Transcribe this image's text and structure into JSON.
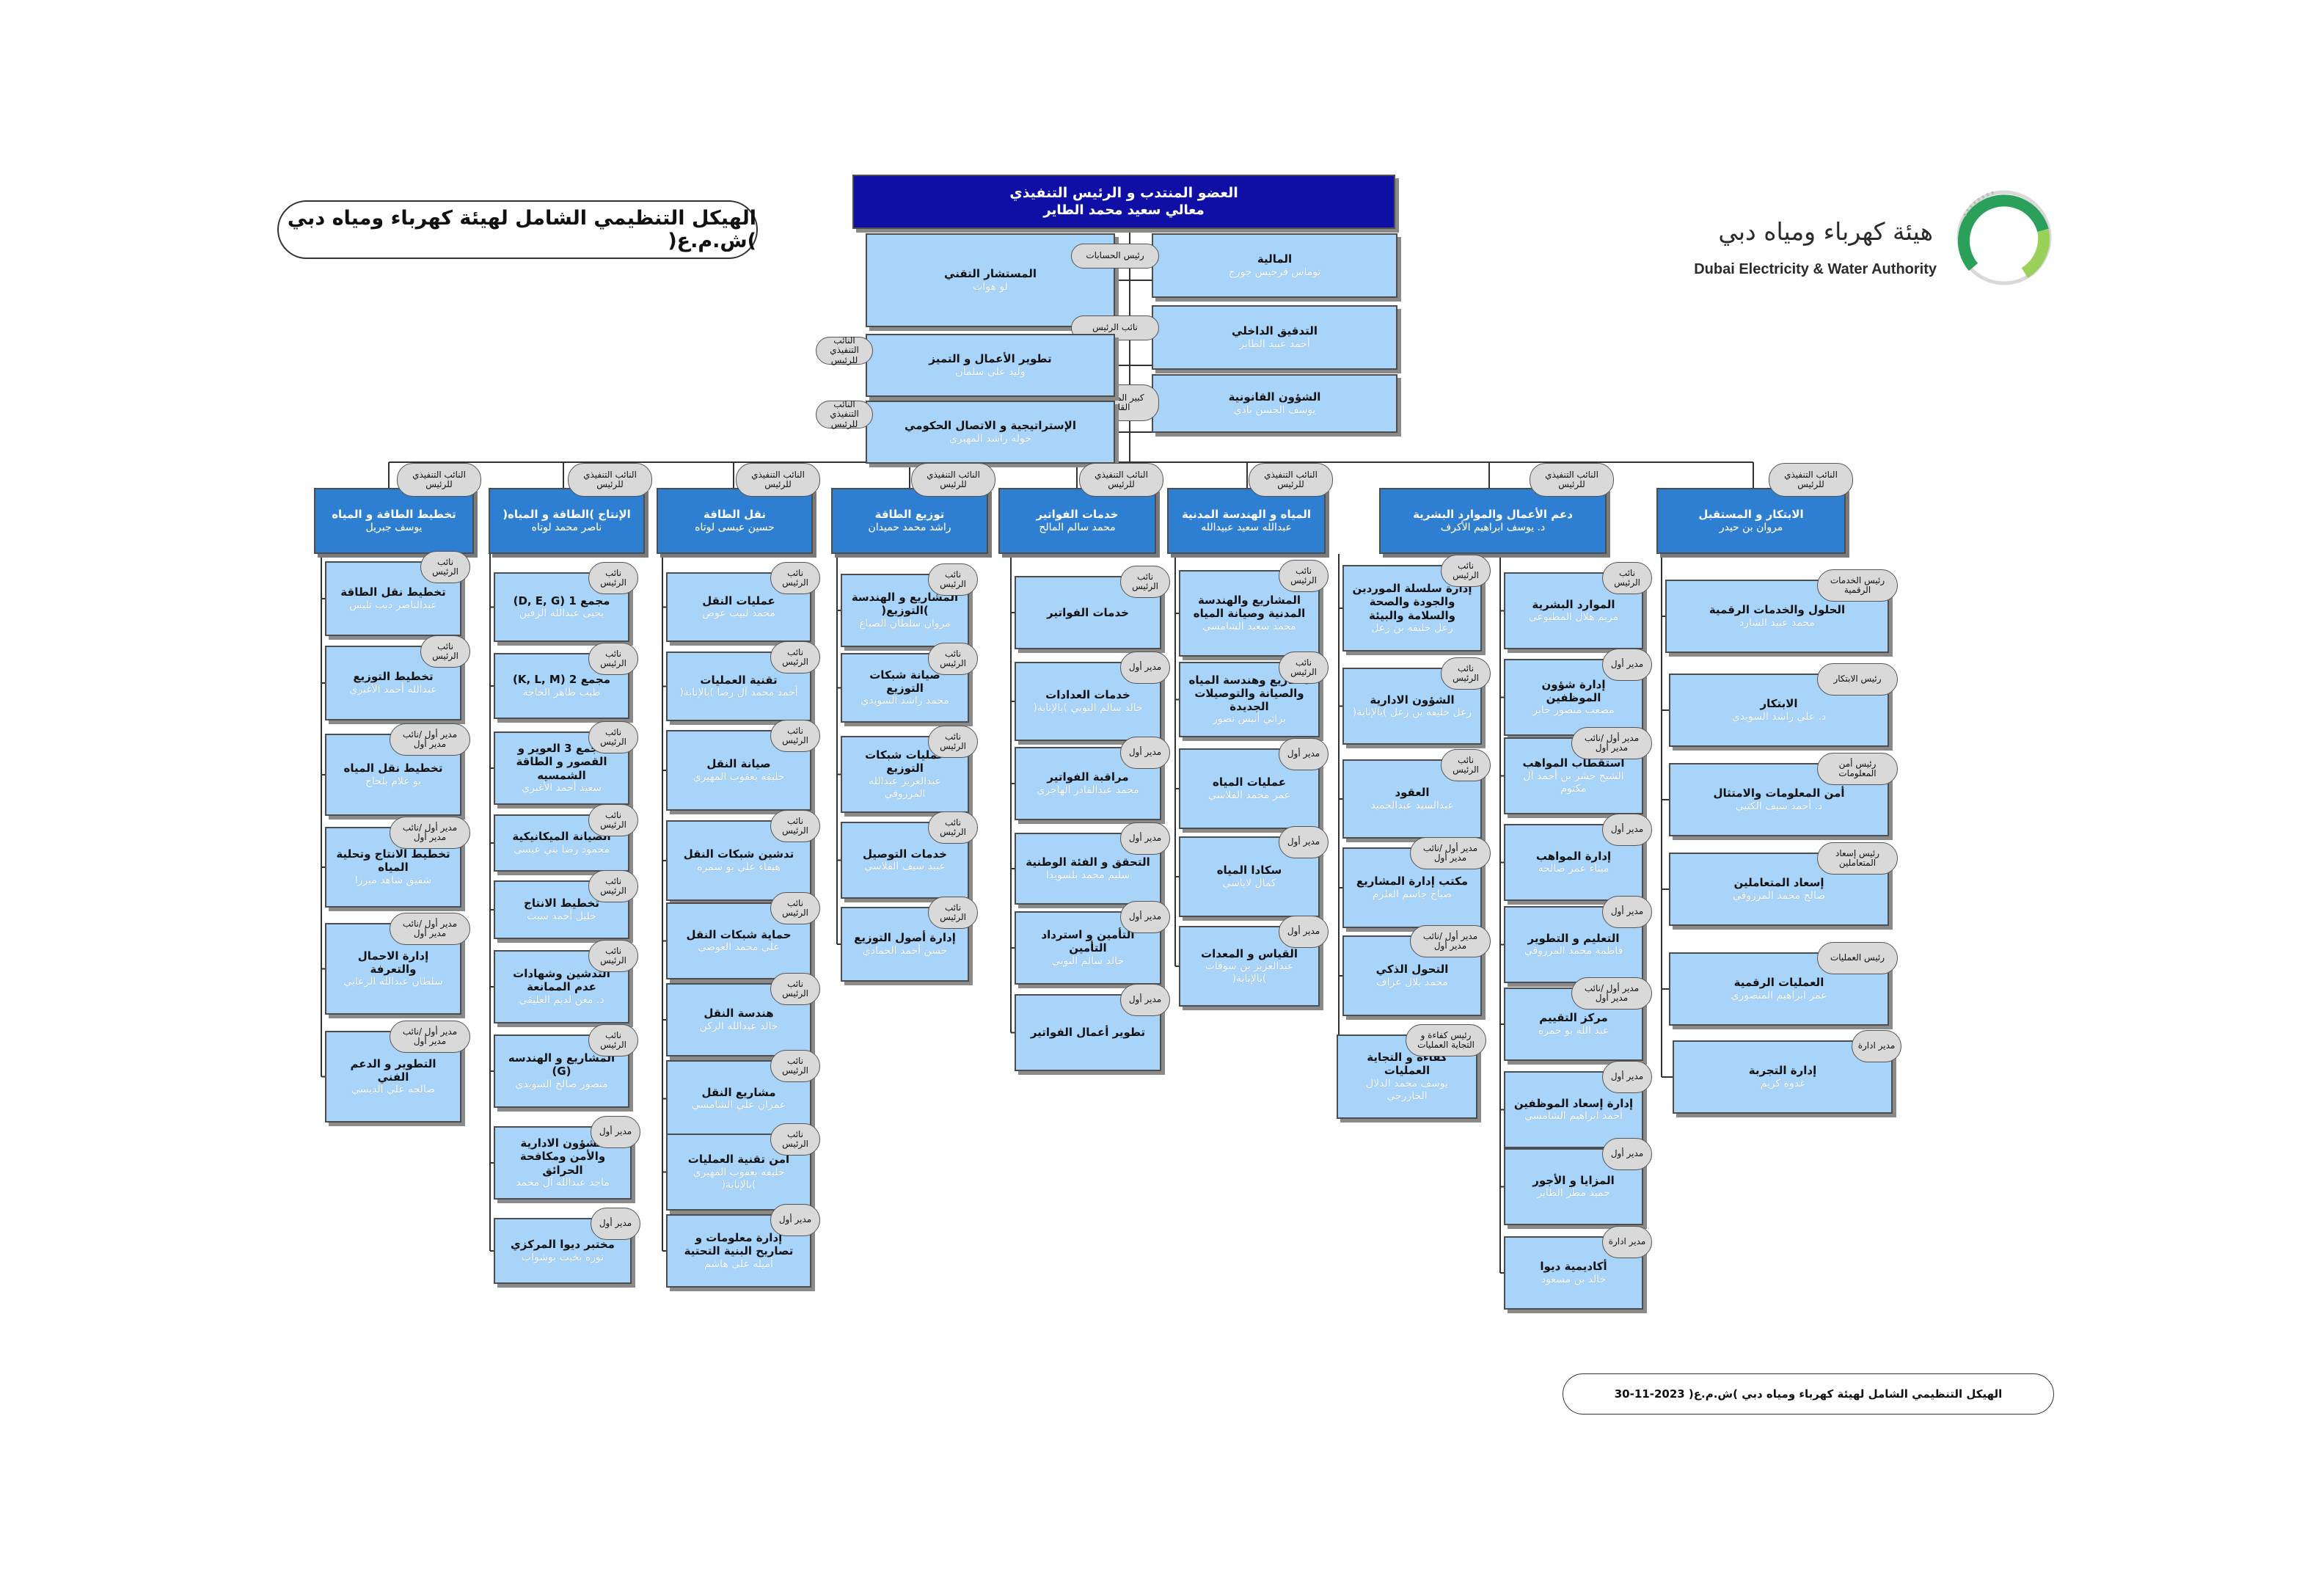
{
  "header": {
    "title": "الهيكل التنظيمي الشامل لهيئة كهرباء ومياه دبي )ش.م.ع(",
    "footer": "الهيكل التنظيمي الشامل لهيئة كهرباء ومياه دبي )ش.م.ع( 2023-11-30",
    "logo_ar": "هيئة كهرباء ومياه دبي",
    "logo_en": "Dubai Electricity & Water Authority",
    "colors": {
      "box": "#a8d4fa",
      "head": "#2e7fd2",
      "top": "#0f0fa6",
      "badge": "#d9d9d9"
    }
  },
  "nodes": {
    "ceo": {
      "t": "العضو المنتدب و الرئيس التنفيذي",
      "n": "معالي سعيد محمد الطاير"
    },
    "tech": {
      "t": "المستشار التقني",
      "n": "لو هوات"
    },
    "finance": {
      "t": "المالية",
      "n": "توماس فرجيس جورج",
      "b": "رئيس الحسابات"
    },
    "audit": {
      "t": "التدقيق الداخلي",
      "n": "أحمد عبيد الطاير",
      "b": "نائب الرئيس"
    },
    "legal": {
      "t": "الشؤون القانونية",
      "n": "يوسف الحسن بادي",
      "b": "كبير المستشارين القانونيين"
    },
    "bizdev": {
      "t": "تطوير الأعمال و التميز",
      "n": "وليد علي سلمان",
      "b": "النائب التنفيذي للرئيس"
    },
    "strategy": {
      "t": "الإستراتيجية و الاتصال الحكومي",
      "n": "خوله راشد المهيري",
      "b": "النائب التنفيذي للرئيس"
    },
    "d1": {
      "t": "تخطيط الطاقة و المياه",
      "n": "يوسف جبريل",
      "b": "النائب التنفيذي للرئيس"
    },
    "d2": {
      "t": "الإنتاج )الطاقة و المياه(",
      "n": "ناصر محمد لوتاه",
      "b": "النائب التنفيذي للرئيس"
    },
    "d3": {
      "t": "نقل الطاقة",
      "n": "حسين عيسى لوتاه",
      "b": "النائب التنفيذي للرئيس"
    },
    "d4": {
      "t": "توزيع الطاقة",
      "n": "راشد محمد حميدان",
      "b": "النائب التنفيذي للرئيس"
    },
    "d5": {
      "t": "خدمات الفواتير",
      "n": "محمد سالم المالح",
      "b": "النائب التنفيذي للرئيس"
    },
    "d6": {
      "t": "المياه و الهندسة المدنية",
      "n": "عبدالله سعيد عبيدالله",
      "b": "النائب التنفيذي للرئيس"
    },
    "d7": {
      "t": "دعم الأعمال والموارد البشرية",
      "n": "د. يوسف ابراهيم الأكرف",
      "b": "النائب التنفيذي للرئيس"
    },
    "d8": {
      "t": "الابتكار و المستقبل",
      "n": "مروان بن حيدر",
      "b": "النائب التنفيذي للرئيس"
    },
    "a1": {
      "t": "تخطيط نقل الطاقة",
      "n": "عبدالناصر ديب تليس",
      "b": "نائب الرئيس"
    },
    "a2": {
      "t": "تخطيط التوزيع",
      "n": "عبدالله أحمد الأغبري",
      "b": "نائب الرئيس"
    },
    "a3": {
      "t": "تخطيط نقل المياه",
      "n": "بو علام بلحاج",
      "b": "مدير أول /نائب مدير أول"
    },
    "a4": {
      "t": "تخطيط الانتاج وتحلية المياه",
      "n": "شفيق شاهد ميرزا",
      "b": "مدير أول /نائب مدير أول"
    },
    "a5": {
      "t": "إدارة الاحمال والتعرفة",
      "n": "سلطان عبدالله الزعابي",
      "b": "مدير أول /نائب مدير أول"
    },
    "a6": {
      "t": "التطوير و الدعم الفني",
      "n": "صالحه علي الديسي",
      "b": "مدير أول /نائب مدير أول"
    },
    "b1": {
      "t": "مجمع 1 (D, E, G)",
      "n": "يحيى عبدالله الزفين",
      "b": "نائب الرئيس"
    },
    "b2": {
      "t": "مجمع 2 (K, L, M)",
      "n": "طيب طاهر الخاجة",
      "b": "نائب الرئيس"
    },
    "b3": {
      "t": "مجمع 3 العوير و القصور و الطاقة الشمسيه",
      "n": "سعيد أحمد الأغبري",
      "b": "نائب الرئيس"
    },
    "b4": {
      "t": "الصيانة الميكانيكية",
      "n": "محمود رضا بني عيسى",
      "b": "نائب الرئيس"
    },
    "b5": {
      "t": "تخطيط الانتاج",
      "n": "خليل أحمد سبت",
      "b": "نائب الرئيس"
    },
    "b6": {
      "t": "التدشين وشهادات عدم الممانعة",
      "n": "د. معن لديم العليقي",
      "b": "نائب الرئيس"
    },
    "b7": {
      "t": "المشاريع و الهندسه (G)",
      "n": "منصور صالح السويدي",
      "b": "نائب الرئيس"
    },
    "b8": {
      "t": "الشؤون الادارية والأمن ومكافحة الحرائق",
      "n": "ماجد عبدالله آل محمد",
      "b": "مدير أول"
    },
    "b9": {
      "t": "مختبر ديوا المركزي",
      "n": "نوره بخيت بوشواب",
      "b": "مدير أول"
    },
    "c1": {
      "t": "عمليات النقل",
      "n": "محمد لبيب عوض",
      "b": "نائب الرئيس"
    },
    "c2": {
      "t": "تقنية العمليات",
      "n": "أحمد محمد آل رضا )بالإنابة(",
      "b": "نائب الرئيس"
    },
    "c3": {
      "t": "صيانة النقل",
      "n": "خليفه يعقوب المهيري",
      "b": "نائب الرئيس"
    },
    "c4": {
      "t": "تدشين شبكات النقل",
      "n": "هيفاء علي بو سمره",
      "b": "نائب الرئيس"
    },
    "c5": {
      "t": "حماية شبكات النقل",
      "n": "علي محمد العوضي",
      "b": "نائب الرئيس"
    },
    "c6": {
      "t": "هندسة النقل",
      "n": "خالد عبدالله الركن",
      "b": "نائب الرئيس"
    },
    "c7": {
      "t": "مشاريع النقل",
      "n": "عمران علي الشامسي",
      "b": "نائب الرئيس"
    },
    "c8": {
      "t": "أمن تقنية العمليات",
      "n": "خليفه يعقوب المهيري )بالإنابة(",
      "b": "نائب الرئيس"
    },
    "c9": {
      "t": "إدارة معلومات و تصاريح البنية التحتية",
      "n": "أميله علي هاشم",
      "b": "مدير أول"
    },
    "e1": {
      "t": "المشاريع و الهندسة )التوزيع(",
      "n": "مروان سلطان الصباغ",
      "b": "نائب الرئيس"
    },
    "e2": {
      "t": "صيانة شبكات التوزيع",
      "n": "محمد راشد السويدي",
      "b": "نائب الرئيس"
    },
    "e3": {
      "t": "عمليات شبكات التوزيع",
      "n": "عبدالعزيز عبدالله المرزوقي",
      "b": "نائب الرئيس"
    },
    "e4": {
      "t": "خدمات التوصيل",
      "n": "عبيد سيف القلاسي",
      "b": "نائب الرئيس"
    },
    "e5": {
      "t": "إدارة أصول التوزيع",
      "n": "حسن أحمد الحمادي",
      "b": "نائب الرئيس"
    },
    "f1": {
      "t": "خدمات الفواتير",
      "n": "",
      "b": "نائب الرئيس"
    },
    "f2": {
      "t": "خدمات العدادات",
      "n": "خالد سالم النوبي )بالإنابة(",
      "b": "مدير أول"
    },
    "f3": {
      "t": "مراقبة الفواتير",
      "n": "محمد عبدالقادر الهاجري",
      "b": "مدير أول"
    },
    "f4": {
      "t": "التحقق و الفئة الوطنية",
      "n": "سليم محمد بلسويدا",
      "b": "مدير أول"
    },
    "f5": {
      "t": "التأمين و استرداد التأمين",
      "n": "خالد سالم النوبي",
      "b": "مدير أول"
    },
    "f6": {
      "t": "تطوير أعمال الفواتير",
      "n": "",
      "b": "مدير أول"
    },
    "g1": {
      "t": "المشاريع والهندسة المدنية وصيانة المياه",
      "n": "محمد سعيد الشامسي",
      "b": "نائب الرئيس"
    },
    "g2": {
      "t": "مشاريع وهندسة المياه والصيانة والتوصيلات الجديدة",
      "n": "برائي أنيس نصور",
      "b": "نائب الرئيس"
    },
    "g3": {
      "t": "عمليات المياه",
      "n": "عمر محمد الفلاسي",
      "b": "مدير أول"
    },
    "g4": {
      "t": "سكادا المياه",
      "n": "كمال لاياسي",
      "b": "مدير أول"
    },
    "g5": {
      "t": "القياس و المعدات",
      "n": "عبدالعزيز بن سوقات )بالإنابة(",
      "b": "مدير أول"
    },
    "h1": {
      "t": "إدارة سلسلة الموردين والجودة والصحة والسلامة والبيئة",
      "n": "زعل خليفه بن زعل",
      "b": "نائب الرئيس"
    },
    "h2": {
      "t": "الشؤون الادارية",
      "n": "زعل خليفه بن زعل )بالإنابة(",
      "b": "نائب الرئيس"
    },
    "h3": {
      "t": "العقود",
      "n": "عبدالسيد عبدالحميد",
      "b": "نائب الرئيس"
    },
    "h4": {
      "t": "مكتب إدارة المشاريع",
      "n": "صباح جاسم العلرم",
      "b": "مدير أول /نائب مدير أول"
    },
    "h5": {
      "t": "التحول الذكي",
      "n": "محمد بلال عزاف",
      "b": "مدير أول /نائب مدير أول"
    },
    "h6": {
      "t": "كفاءة و التجاية العمليات",
      "n": "يوسف محمد الدلال الخازرجي",
      "b": "رئيس كفاءة و التجاية العمليات"
    },
    "i1": {
      "t": "الموارد البشرية",
      "n": "مريم هلال المطيوعي",
      "b": "نائب الرئيس"
    },
    "i2": {
      "t": "إدارة شؤون الموظفين",
      "n": "مصعب منصور جابر",
      "b": "مدير أول"
    },
    "i3": {
      "t": "استقطاب المواهب",
      "n": "الشيخ حشر بن أحمد آل مكتوم",
      "b": "مدير أول /نائب مدير أول"
    },
    "i4": {
      "t": "إدارة المواهب",
      "n": "ميثاء عمر صالحه",
      "b": "مدير أول"
    },
    "i5": {
      "t": "التعليم و التطوير",
      "n": "فاطمة محمد المرزوقي",
      "b": "مدير أول"
    },
    "i6": {
      "t": "مركز التقييم",
      "n": "عبد الله بو حمره",
      "b": "مدير أول /نائب مدير أول"
    },
    "i7": {
      "t": "إدارة إسعاد الموظفين",
      "n": "أحمد ابراهيم الشامسي",
      "b": "مدير أول"
    },
    "i8": {
      "t": "المزايا و الأجور",
      "n": "حميد مطر الطاير",
      "b": "مدير أول"
    },
    "i9": {
      "t": "أكاديمية ديوا",
      "n": "خالد بن مسعود",
      "b": "مدير ادارة"
    },
    "j1": {
      "t": "الحلول والخدمات الرقمية",
      "n": "محمد عبيد الشارد",
      "b": "رئيس الخدمات الرقمية"
    },
    "j2": {
      "t": "الابتكار",
      "n": "د. علي راشد السويدي",
      "b": "رئيس الابتكار"
    },
    "j3": {
      "t": "أمن المعلومات والامتثال",
      "n": "د. أحمد سيف الكتبي",
      "b": "رئيس أمن المعلومات"
    },
    "j4": {
      "t": "إسعاد المتعاملين",
      "n": "صالح محمد المرزوقي",
      "b": "رئيس إسعاد المتعاملين"
    },
    "j5": {
      "t": "العمليات الرقمية",
      "n": "عمر ابراهيم المنصوري",
      "b": "رئيس العمليات"
    },
    "j6": {
      "t": "إدارة التجربة",
      "n": "غدوة كريم",
      "b": "مدير ادارة"
    }
  }
}
